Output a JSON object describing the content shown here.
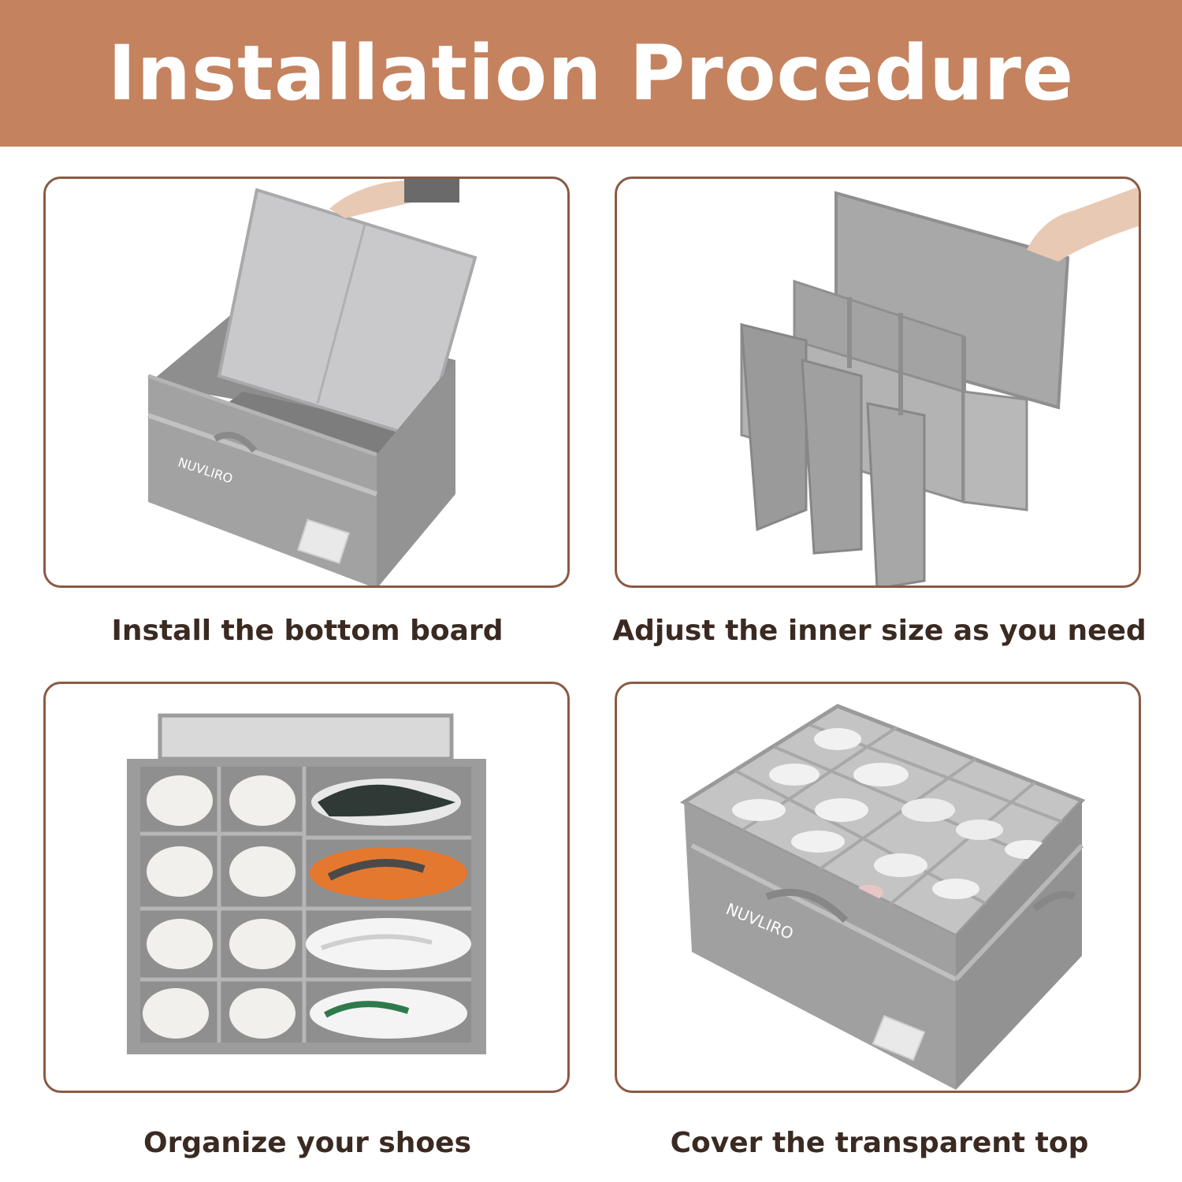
{
  "header": {
    "title": "Installation Procedure"
  },
  "brand": {
    "logo_text": "NUVLIRO"
  },
  "steps": [
    {
      "caption": "Install the bottom board",
      "image": "box-with-bottom-board-being-inserted"
    },
    {
      "caption": "Adjust the inner size as you need",
      "image": "grid-divider-assembly"
    },
    {
      "caption": "Organize your shoes",
      "image": "box-filled-with-shoes-top-view"
    },
    {
      "caption": "Cover the transparent top",
      "image": "closed-box-with-clear-lid"
    }
  ],
  "colors": {
    "banner": "#c4825f",
    "panel_border": "#8a5a44",
    "caption_text": "#3a2a22",
    "fabric_gray": "#9c9c9c"
  }
}
